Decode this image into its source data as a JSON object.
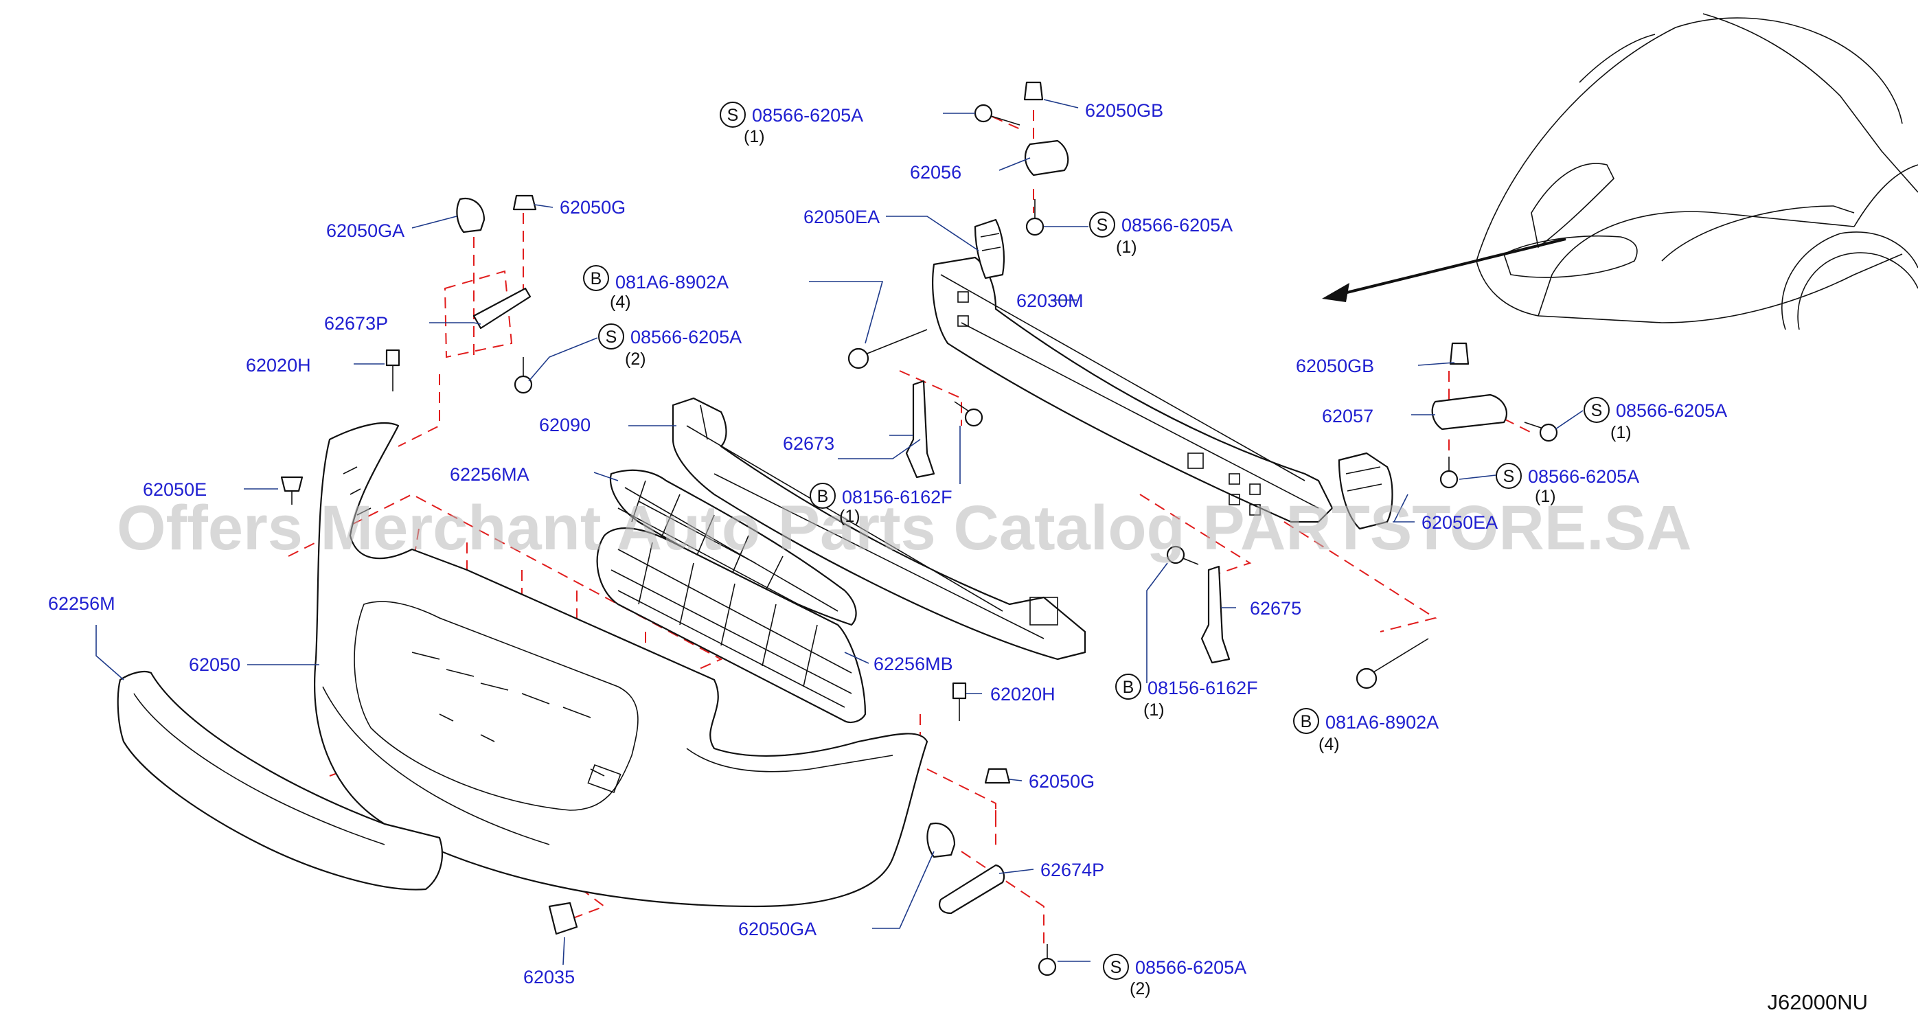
{
  "diagram": {
    "code": "J62000NU",
    "watermark": "Offers Merchant Auto Parts Catalog PARTSTORE.SA",
    "part_labels": {
      "62050GB_top": "62050GB",
      "62056": "62056",
      "62050EA": "62050EA",
      "62050G_top": "62050G",
      "62050GA_top": "62050GA",
      "62030M": "62030M",
      "62673P": "62673P",
      "62020H_left": "62020H",
      "62090": "62090",
      "62673": "62673",
      "62256MA": "62256MA",
      "62050E": "62050E",
      "62256M": "62256M",
      "62050": "62050",
      "62256MB": "62256MB",
      "62020H_mid": "62020H",
      "62050G_bot": "62050G",
      "62674P": "62674P",
      "62050GA_bot": "62050GA",
      "62035": "62035",
      "62050GB_right": "62050GB",
      "62057": "62057",
      "62050EA_right": "62050EA",
      "62675": "62675"
    },
    "fasteners": [
      {
        "key": "s1",
        "type": "S",
        "part": "08566-6205A",
        "qty": "(1)"
      },
      {
        "key": "s2",
        "type": "S",
        "part": "08566-6205A",
        "qty": "(1)"
      },
      {
        "key": "b1",
        "type": "B",
        "part": "081A6-8902A",
        "qty": "(4)"
      },
      {
        "key": "s3",
        "type": "S",
        "part": "08566-6205A",
        "qty": "(2)"
      },
      {
        "key": "b2",
        "type": "B",
        "part": "08156-6162F",
        "qty": "(1)"
      },
      {
        "key": "s4",
        "type": "S",
        "part": "08566-6205A",
        "qty": "(1)"
      },
      {
        "key": "s5",
        "type": "S",
        "part": "08566-6205A",
        "qty": "(1)"
      },
      {
        "key": "b3",
        "type": "B",
        "part": "08156-6162F",
        "qty": "(1)"
      },
      {
        "key": "b4",
        "type": "B",
        "part": "081A6-8902A",
        "qty": "(4)"
      },
      {
        "key": "s6",
        "type": "S",
        "part": "08566-6205A",
        "qty": "(2)"
      }
    ]
  }
}
